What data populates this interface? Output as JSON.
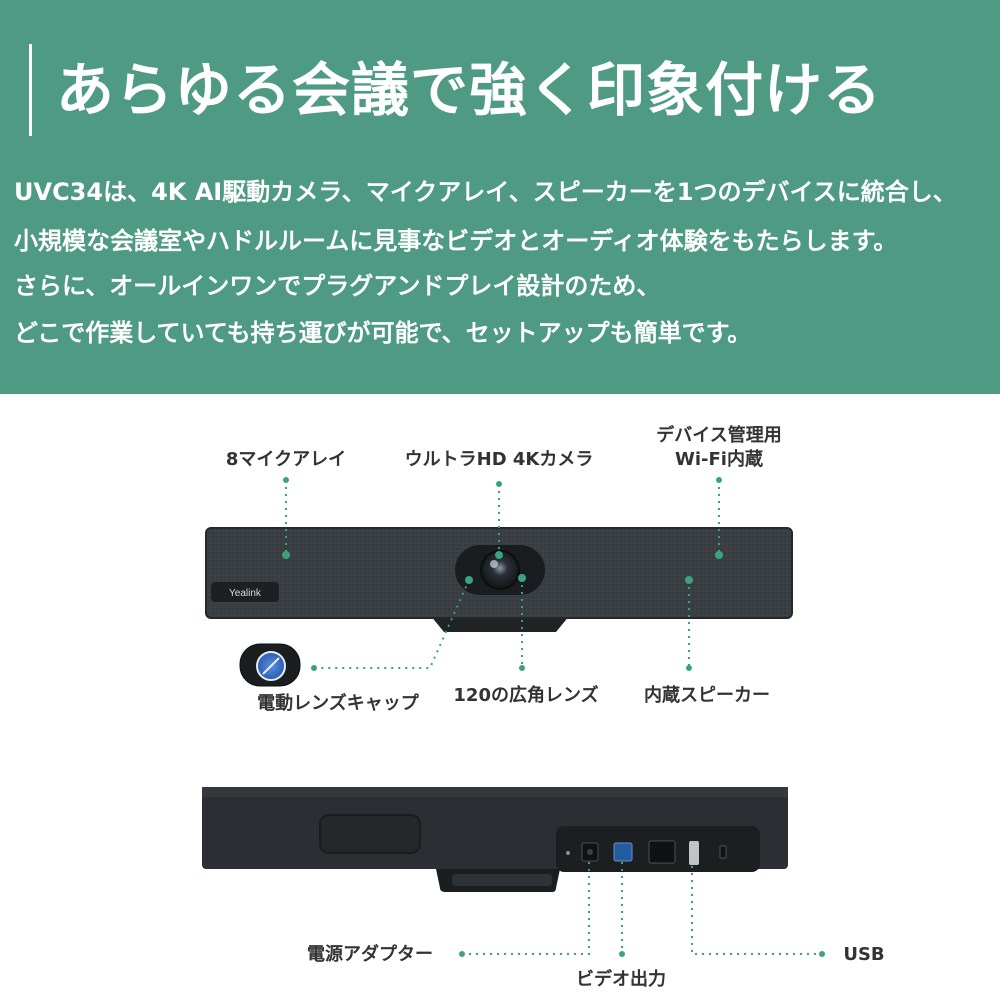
{
  "header": {
    "title": "あらゆる会議で強く印象付ける",
    "description": [
      "UVC34は、4K AI駆動カメラ、マイクアレイ、スピーカーを1つのデバイスに統合し、",
      "小規模な会議室やハドルルームに見事なビデオとオーディオ体験をもたらします。",
      "さらに、オールインワンでプラグアンドプレイ設計のため、",
      "どこで作業していても持ち運びが可能で、セットアップも簡単です。"
    ]
  },
  "device": {
    "brand": "Yealink"
  },
  "labels": {
    "mic_array": "8マイクアレイ",
    "camera": "ウルトラHD 4Kカメラ",
    "wifi_line1": "デバイス管理用",
    "wifi_line2": "Wi-Fi内蔵",
    "lens_cap": "電動レンズキャップ",
    "wide_lens": "120の広角レンズ",
    "speaker": "内蔵スピーカー",
    "power": "電源アダプター",
    "video_out": "ビデオ出力",
    "usb": "USB"
  },
  "colors": {
    "header_bg": "#4e9a82",
    "accent_dot": "#3aa37e",
    "device_body": "#2c3033"
  }
}
